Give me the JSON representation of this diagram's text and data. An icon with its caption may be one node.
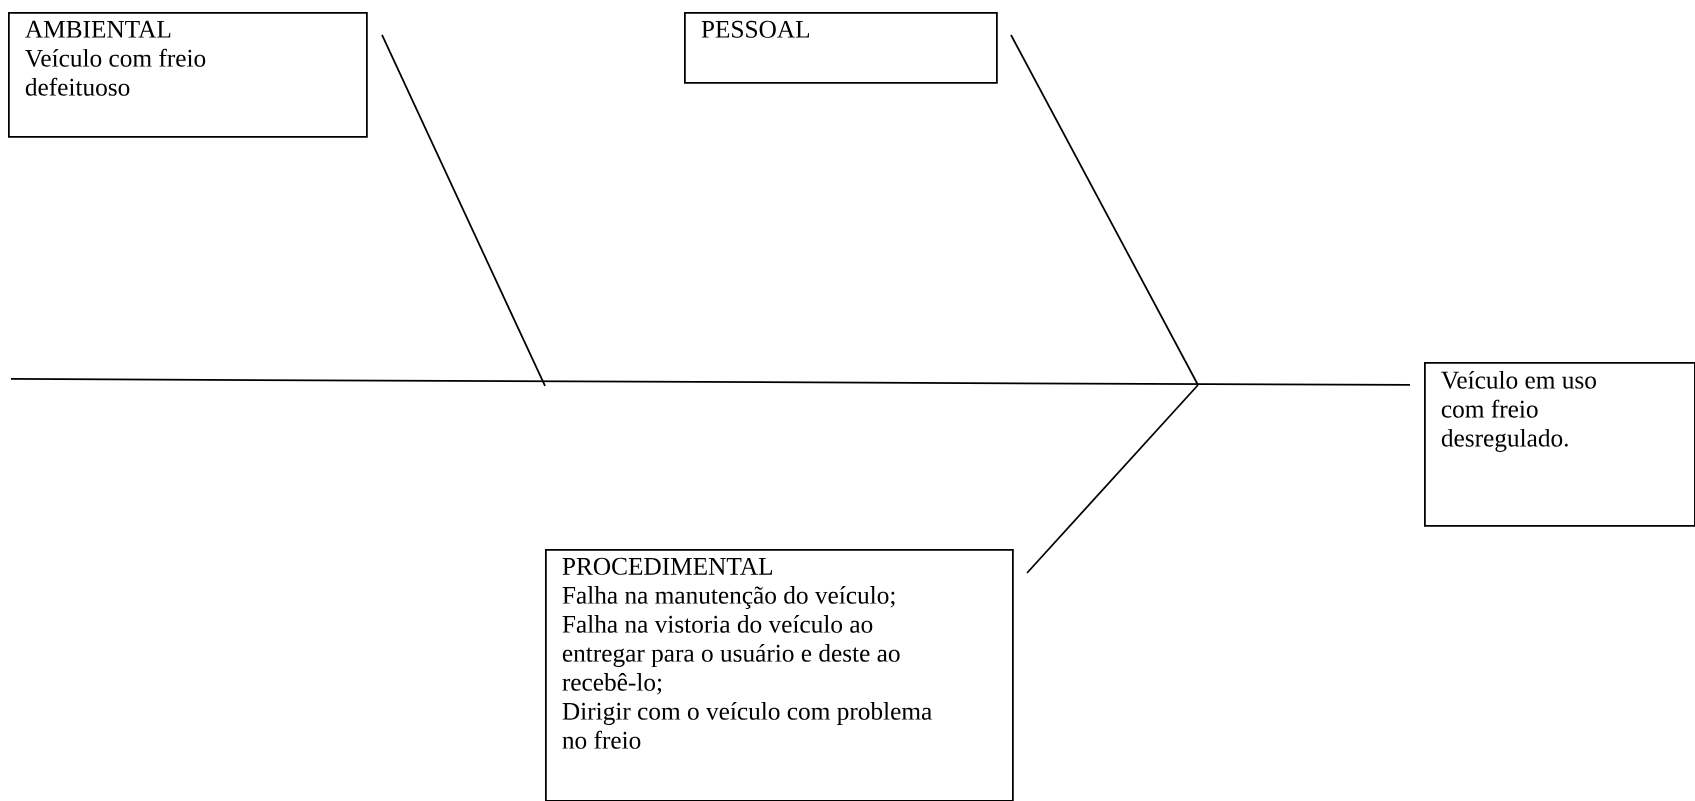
{
  "diagram": {
    "nodes": [
      {
        "text": [
          "AMBIENTAL",
          "Veículo com freio defeituoso"
        ]
      },
      {
        "text": [
          "PESSOAL"
        ]
      },
      {
        "text": [
          "PROCEDIMENTAL",
          "Falha na manutenção do veículo;",
          "Falha na vistoria do veículo ao entregar para o usuário e deste ao recebê-lo;",
          "Dirigir com o veículo com problema no freio"
        ]
      },
      {
        "text": [
          "Veículo em uso com freio desregulado."
        ]
      }
    ],
    "edges": [
      {
        "from": null,
        "to": 3,
        "arrow": "none"
      },
      {
        "from": 0,
        "to": null,
        "arrow": "none"
      },
      {
        "from": 1,
        "to": null,
        "arrow": "none"
      },
      {
        "from": 2,
        "to": null,
        "arrow": "none"
      }
    ]
  }
}
